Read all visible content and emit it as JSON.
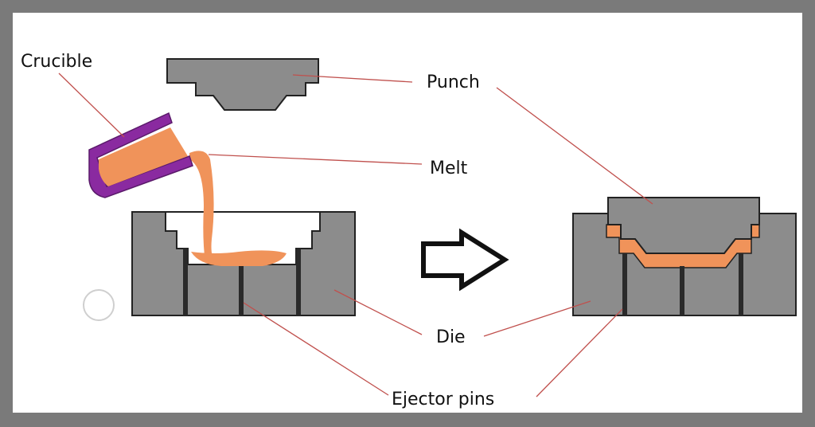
{
  "labels": {
    "crucible": "Crucible",
    "punch": "Punch",
    "melt": "Melt",
    "die": "Die",
    "ejector_pins": "Ejector pins"
  },
  "colors": {
    "frame": "#7a7a7a",
    "die_fill": "#8c8c8c",
    "punch_fill": "#8c8c8c",
    "outline": "#222222",
    "melt": "#f0935a",
    "crucible": "#8a2aa0",
    "leader": "#c0504d"
  },
  "icons": {
    "process_arrow": "right-arrow-icon",
    "circle_marker": "circle-icon"
  }
}
